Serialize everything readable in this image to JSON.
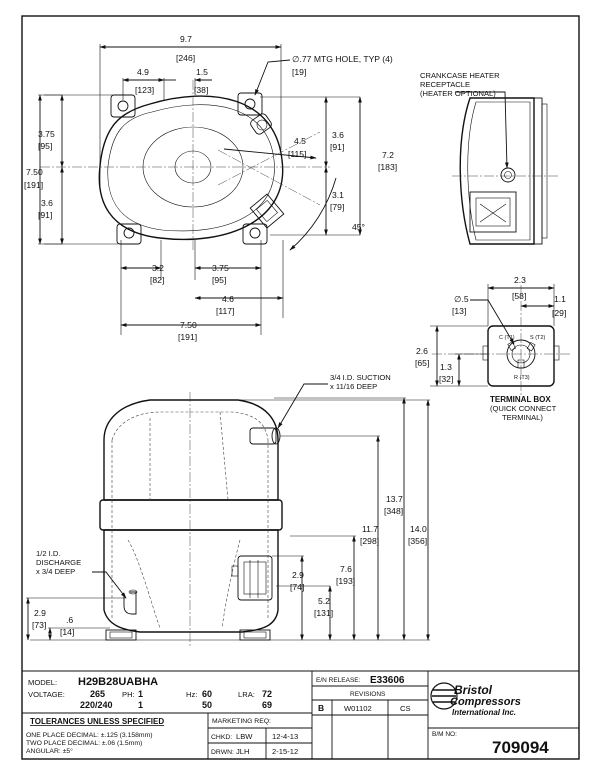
{
  "top_view": {
    "overall_width": "9.7",
    "overall_width_mm": "[246]",
    "left_to_center": "4.9",
    "left_to_center_mm": "[123]",
    "center_offset": "1.5",
    "center_offset_mm": "[38]",
    "mount_hole": "∅.77 MTG HOLE, TYP (4)",
    "mount_hole_mm": "[19]",
    "upper_left": "3.75",
    "upper_left_mm": "[95]",
    "height_left": "7.50",
    "height_left_mm": "[191]",
    "lower_left": "3.6",
    "lower_left_mm": "[91]",
    "diag": "4.5",
    "diag_mm": "[115]",
    "upper_right": "3.6",
    "upper_right_mm": "[91]",
    "height_right": "7.2",
    "height_right_mm": "[183]",
    "lower_right": "3.1",
    "lower_right_mm": "[79]",
    "angle": "45°",
    "bottom_a": "3.2",
    "bottom_a_mm": "[82]",
    "bottom_b": "3.75",
    "bottom_b_mm": "[95]",
    "bottom_c": "4.6",
    "bottom_c_mm": "[117]",
    "bottom_d": "7.50",
    "bottom_d_mm": "[191]"
  },
  "side_view": {
    "heater_line1": "CRANKCASE HEATER",
    "heater_line2": "RECEPTACLE",
    "heater_line3": "(HEATER OPTIONAL)"
  },
  "terminal_box": {
    "width": "2.3",
    "width_mm": "[58]",
    "offset": "1.1",
    "offset_mm": "[29]",
    "hole": "∅.5",
    "hole_mm": "[13]",
    "height": "2.6",
    "height_mm": "[65]",
    "center": "1.3",
    "center_mm": "[32]",
    "term_c": "C (T1)",
    "term_s": "S (T2)",
    "term_r": "R (T3)",
    "title": "TERMINAL BOX",
    "subtitle1": "(QUICK CONNECT",
    "subtitle2": "TERMINAL)"
  },
  "front_view": {
    "suction_line1": "3/4 I.D. SUCTION",
    "suction_line2": "x 11/16 DEEP",
    "discharge_line1": "1/2 I.D.",
    "discharge_line2": "DISCHARGE",
    "discharge_line3": "x 3/4 DEEP",
    "h_137": "13.7",
    "h_137_mm": "[348]",
    "h_140": "14.0",
    "h_140_mm": "[356]",
    "h_117": "11.7",
    "h_117_mm": "[298]",
    "h_76": "7.6",
    "h_76_mm": "[193]",
    "h_29r": "2.9",
    "h_29r_mm": "[74]",
    "h_52": "5.2",
    "h_52_mm": "[131]",
    "h_29l": "2.9",
    "h_29l_mm": "[73]",
    "h_06": ".6",
    "h_06_mm": "[14]"
  },
  "title_block": {
    "model_label": "MODEL:",
    "model": "H29B28UABHA",
    "voltage_label": "VOLTAGE:",
    "voltage1": "265",
    "voltage2": "220/240",
    "ph_label": "PH:",
    "ph1": "1",
    "ph2": "1",
    "hz_label": "Hz:",
    "hz1": "60",
    "hz2": "50",
    "lra_label": "LRA:",
    "lra1": "72",
    "lra2": "69",
    "tol_title": "TOLERANCES UNLESS SPECIFIED",
    "tol1": "ONE PLACE DECIMAL: ±.125 (3.158mm)",
    "tol2": "TWO PLACE DECIMAL: ±.06 (1.5mm)",
    "tol3": "ANGULAR: ±5°",
    "marketing": "MARKETING REQ:",
    "chkd_label": "CHKD:",
    "chkd": "LBW",
    "chkd_date": "12-4-13",
    "drwn_label": "DRWN:",
    "drwn": "JLH",
    "drwn_date": "2-15-12",
    "release_label": "E/N RELEASE:",
    "release": "E33606",
    "revisions": "REVISIONS",
    "rev": "B",
    "rev_no": "W01102",
    "rev_by": "CS",
    "brand1": "Bristol",
    "brand2": "Compressors",
    "brand3": "International Inc.",
    "bm_label": "B/M NO:",
    "bm": "709094"
  }
}
